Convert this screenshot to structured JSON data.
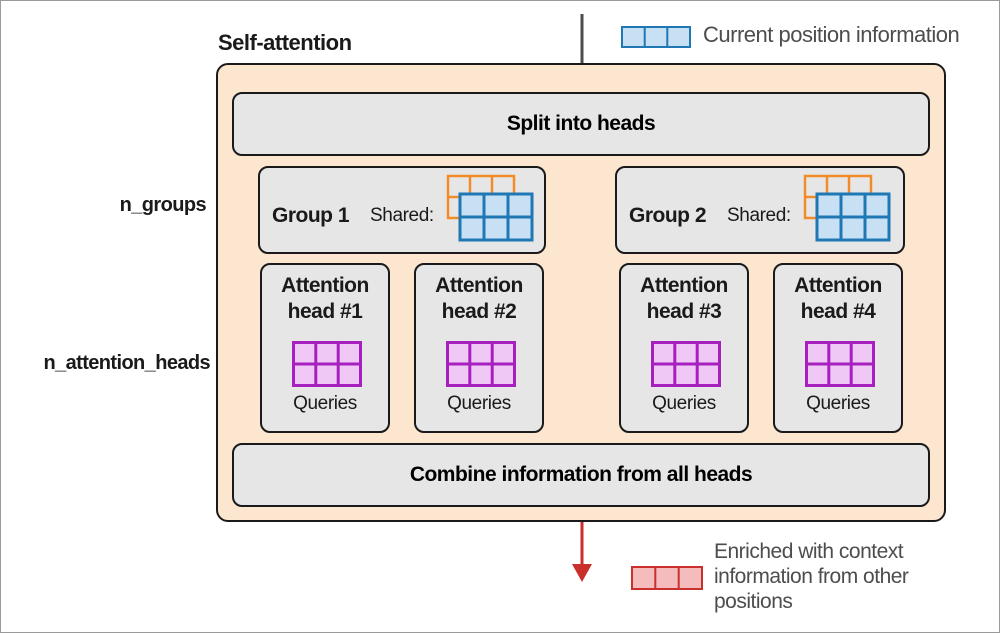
{
  "title": "Self-attention",
  "legend": {
    "input": "Current position information",
    "output": "Enriched with context information from other positions",
    "output_lines": [
      "Enriched with context",
      "information from other",
      "positions"
    ]
  },
  "side_labels": {
    "groups": "n_groups",
    "heads": "n_attention_heads"
  },
  "split_label": "Split into heads",
  "combine_label": "Combine information from all heads",
  "groups": [
    {
      "label": "Group 1",
      "shared": "Shared:"
    },
    {
      "label": "Group 2",
      "shared": "Shared:"
    }
  ],
  "heads": [
    {
      "label": "Attention head #1",
      "queries": "Queries"
    },
    {
      "label": "Attention head #2",
      "queries": "Queries"
    },
    {
      "label": "Attention head #3",
      "queries": "Queries"
    },
    {
      "label": "Attention head #4",
      "queries": "Queries"
    }
  ],
  "colors": {
    "box_fill": "#fde6cf",
    "panel_fill": "#e6e6e6",
    "blue_stroke": "#1f77b4",
    "blue_fill": "#c7e0f4",
    "orange_stroke": "#f28c28",
    "purple_stroke": "#a71fbf",
    "purple_fill": "#f0c8f5",
    "red_stroke": "#c9302c",
    "red_fill": "#f4bcbc",
    "arrow_in": "#4d4d4d",
    "arrow_out": "#c9302c"
  }
}
